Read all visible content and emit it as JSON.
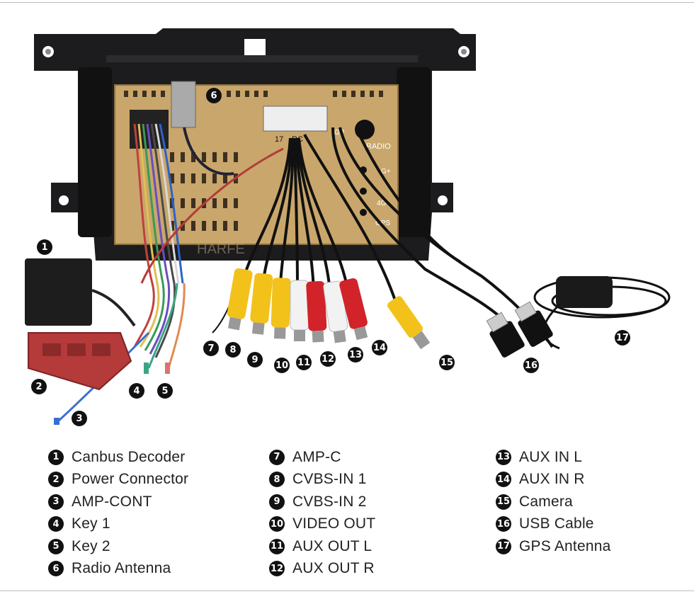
{
  "colors": {
    "frame": "#1c1c1e",
    "unit_gold": "#c9a66b",
    "rca_yellow": "#f2c21b",
    "rca_red": "#d2232a",
    "rca_white": "#f2f2f2",
    "harness_red": "#b53a3a"
  },
  "unit": {
    "label_radio": "RADIO",
    "label_gplus": "G+",
    "label_4g": "4G-",
    "label_gps": "GPS",
    "label_gp": "GP",
    "label_17": "17",
    "label_rc": "RC",
    "watermark": "HARFE"
  },
  "callouts": [
    {
      "n": "1"
    },
    {
      "n": "2"
    },
    {
      "n": "3"
    },
    {
      "n": "4"
    },
    {
      "n": "5"
    },
    {
      "n": "6"
    },
    {
      "n": "7"
    },
    {
      "n": "8"
    },
    {
      "n": "9"
    },
    {
      "n": "10"
    },
    {
      "n": "11"
    },
    {
      "n": "12"
    },
    {
      "n": "13"
    },
    {
      "n": "14"
    },
    {
      "n": "15"
    },
    {
      "n": "16"
    },
    {
      "n": "17"
    }
  ],
  "legend": {
    "col1": [
      {
        "n": "1",
        "label": "Canbus Decoder"
      },
      {
        "n": "2",
        "label": "Power Connector"
      },
      {
        "n": "3",
        "label": "AMP-CONT"
      },
      {
        "n": "4",
        "label": "Key 1"
      },
      {
        "n": "5",
        "label": "Key 2"
      },
      {
        "n": "6",
        "label": "Radio Antenna"
      }
    ],
    "col2": [
      {
        "n": "7",
        "label": "AMP-C"
      },
      {
        "n": "8",
        "label": "CVBS-IN 1"
      },
      {
        "n": "9",
        "label": "CVBS-IN 2"
      },
      {
        "n": "10",
        "label": "VIDEO OUT"
      },
      {
        "n": "11",
        "label": "AUX OUT L"
      },
      {
        "n": "12",
        "label": "AUX OUT R"
      }
    ],
    "col3": [
      {
        "n": "13",
        "label": "AUX IN L"
      },
      {
        "n": "14",
        "label": "AUX IN R"
      },
      {
        "n": "15",
        "label": "Camera"
      },
      {
        "n": "16",
        "label": "USB Cable"
      },
      {
        "n": "17",
        "label": "GPS Antenna"
      }
    ]
  }
}
